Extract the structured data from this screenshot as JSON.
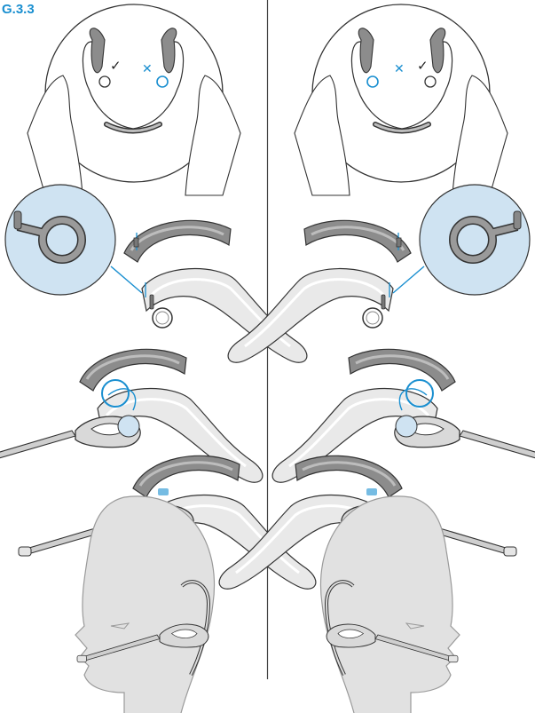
{
  "figure": {
    "label": "G.3.3",
    "accent_color": "#1a8fd0",
    "highlight_fill": "#cfe3f2",
    "check_mark": "✓",
    "cross_mark": "✕"
  },
  "panels": [
    {
      "side": "left"
    },
    {
      "side": "right"
    }
  ]
}
